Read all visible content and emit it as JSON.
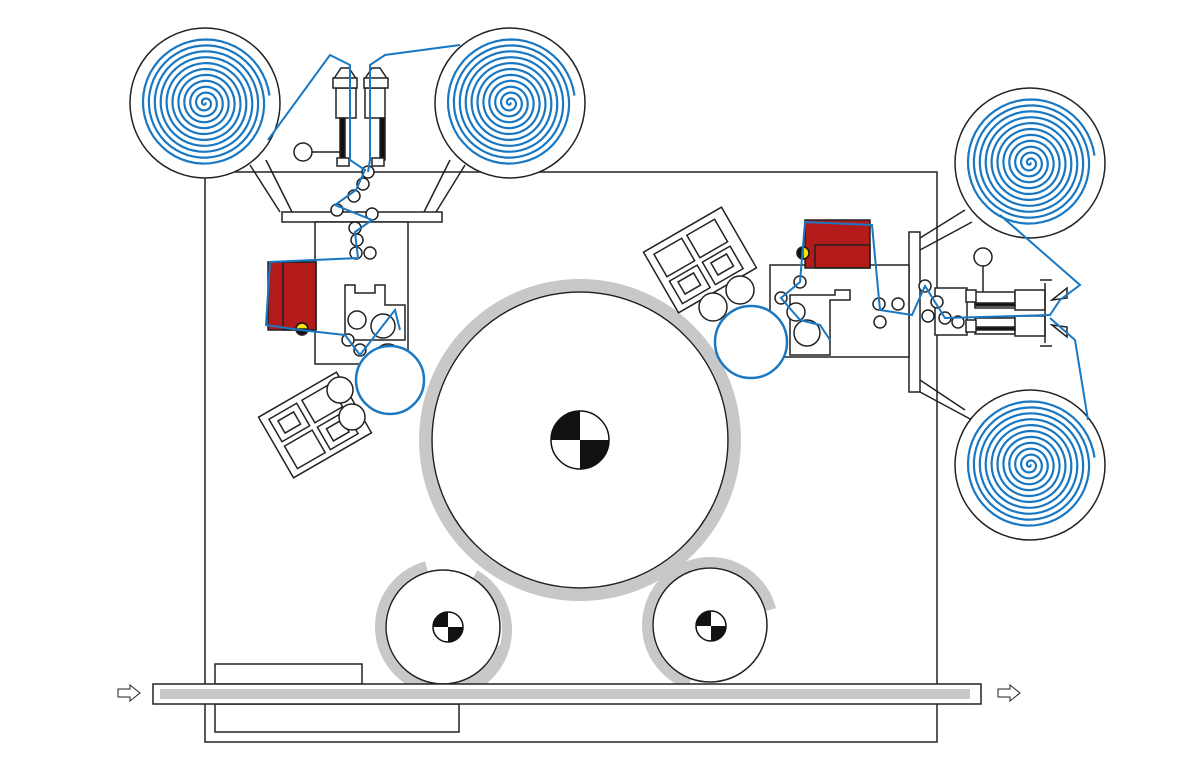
{
  "colors": {
    "web": "#1a78c2",
    "heater": "#b31b1b",
    "belt": "#c8c8c8",
    "outline": "#222222",
    "sensor": "#f5e400"
  },
  "icons": {
    "in_arrow": "arrow-right-outline",
    "out_arrow": "arrow-right-outline",
    "drum_center": "quartered-disk"
  }
}
